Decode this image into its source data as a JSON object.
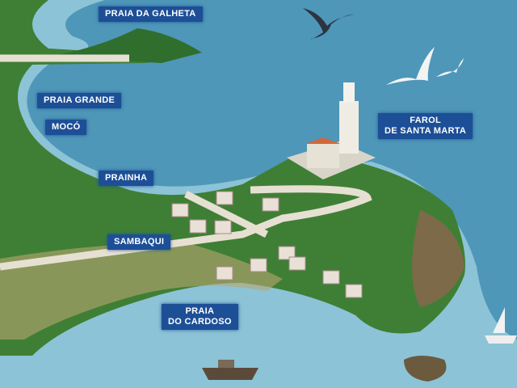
{
  "labels": {
    "galheta": "PRAIA DA GALHETA",
    "grande": "PRAIA GRANDE",
    "moco": "MOCÓ",
    "prainha": "PRAINHA",
    "sambaqui": "SAMBAQUI",
    "cardoso_1": "PRAIA",
    "cardoso_2": "DO CARDOSO",
    "farol_1": "FAROL",
    "farol_2": "DE SANTA MARTA"
  },
  "colors": {
    "ocean": "#4e97b8",
    "shallow": "#8cc3d6",
    "land": "#3f7f35",
    "label": "#1d4f96"
  }
}
